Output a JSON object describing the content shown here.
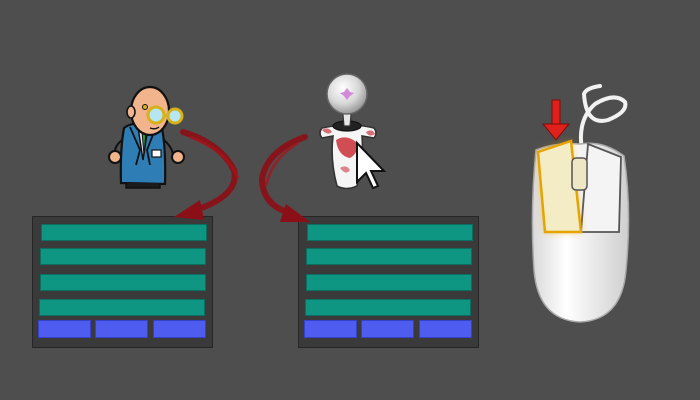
{
  "scene": {
    "background": "#4e4e4e",
    "arrow_color": "#8b0f16",
    "row_color": "#0f9683",
    "button_color": "#4f5cf0",
    "highlight_color": "#e6a400"
  },
  "icons": {
    "scientist": "scientist-icon",
    "joystick_robot": "joystick-robot-icon",
    "cursor": "cursor-icon",
    "mouse": "mouse-icon",
    "arrow_down": "arrow-down-icon"
  },
  "panels": {
    "left": {
      "rows": 4,
      "buttons": 3
    },
    "right": {
      "rows": 4,
      "buttons": 3
    }
  }
}
